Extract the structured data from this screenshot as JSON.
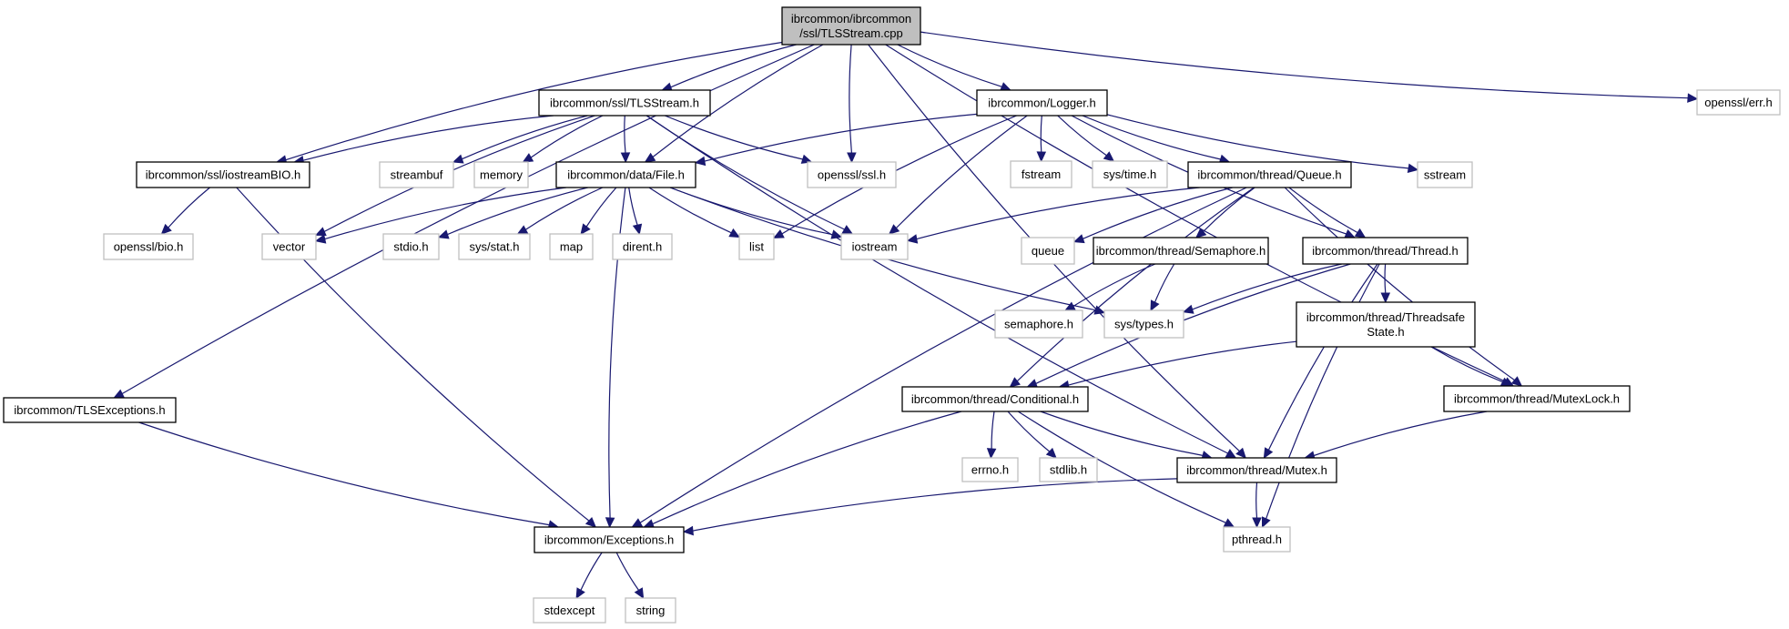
{
  "diagram": {
    "type": "include-dependency-graph",
    "colors": {
      "edge": "#191970",
      "root_fill": "#bfbfbf",
      "internal_border": "#000000",
      "external_border": "#bfbfbf"
    },
    "nodes": [
      {
        "id": "root",
        "label": [
          "ibrcommon/ibrcommon",
          "/ssl/TLSStream.cpp"
        ],
        "kind": "root"
      },
      {
        "id": "tlsstream_h",
        "label": [
          "ibrcommon/ssl/TLSStream.h"
        ],
        "kind": "internal"
      },
      {
        "id": "logger_h",
        "label": [
          "ibrcommon/Logger.h"
        ],
        "kind": "internal"
      },
      {
        "id": "err_h",
        "label": [
          "openssl/err.h"
        ],
        "kind": "external"
      },
      {
        "id": "iostreambio_h",
        "label": [
          "ibrcommon/ssl/iostreamBIO.h"
        ],
        "kind": "internal"
      },
      {
        "id": "streambuf",
        "label": [
          "streambuf"
        ],
        "kind": "external"
      },
      {
        "id": "memory",
        "label": [
          "memory"
        ],
        "kind": "external"
      },
      {
        "id": "file_h",
        "label": [
          "ibrcommon/data/File.h"
        ],
        "kind": "internal"
      },
      {
        "id": "ssl_h",
        "label": [
          "openssl/ssl.h"
        ],
        "kind": "external"
      },
      {
        "id": "fstream",
        "label": [
          "fstream"
        ],
        "kind": "external"
      },
      {
        "id": "systime_h",
        "label": [
          "sys/time.h"
        ],
        "kind": "external"
      },
      {
        "id": "queue_h",
        "label": [
          "ibrcommon/thread/Queue.h"
        ],
        "kind": "internal"
      },
      {
        "id": "sstream",
        "label": [
          "sstream"
        ],
        "kind": "external"
      },
      {
        "id": "bio_h",
        "label": [
          "openssl/bio.h"
        ],
        "kind": "external"
      },
      {
        "id": "vector",
        "label": [
          "vector"
        ],
        "kind": "external"
      },
      {
        "id": "stdio_h",
        "label": [
          "stdio.h"
        ],
        "kind": "external"
      },
      {
        "id": "sysstat_h",
        "label": [
          "sys/stat.h"
        ],
        "kind": "external"
      },
      {
        "id": "map",
        "label": [
          "map"
        ],
        "kind": "external"
      },
      {
        "id": "dirent_h",
        "label": [
          "dirent.h"
        ],
        "kind": "external"
      },
      {
        "id": "list",
        "label": [
          "list"
        ],
        "kind": "external"
      },
      {
        "id": "iostream",
        "label": [
          "iostream"
        ],
        "kind": "external"
      },
      {
        "id": "queue",
        "label": [
          "queue"
        ],
        "kind": "external"
      },
      {
        "id": "semaphore_hpp",
        "label": [
          "ibrcommon/thread/Semaphore.h"
        ],
        "kind": "internal"
      },
      {
        "id": "thread_h",
        "label": [
          "ibrcommon/thread/Thread.h"
        ],
        "kind": "internal"
      },
      {
        "id": "semaphore_h",
        "label": [
          "semaphore.h"
        ],
        "kind": "external"
      },
      {
        "id": "systypes_h",
        "label": [
          "sys/types.h"
        ],
        "kind": "external"
      },
      {
        "id": "threadsafe_h",
        "label": [
          "ibrcommon/thread/Threadsafe",
          "State.h"
        ],
        "kind": "internal"
      },
      {
        "id": "tlsexceptions_h",
        "label": [
          "ibrcommon/TLSExceptions.h"
        ],
        "kind": "internal"
      },
      {
        "id": "conditional_h",
        "label": [
          "ibrcommon/thread/Conditional.h"
        ],
        "kind": "internal"
      },
      {
        "id": "mutexlock_h",
        "label": [
          "ibrcommon/thread/MutexLock.h"
        ],
        "kind": "internal"
      },
      {
        "id": "errno_h",
        "label": [
          "errno.h"
        ],
        "kind": "external"
      },
      {
        "id": "stdlib_h",
        "label": [
          "stdlib.h"
        ],
        "kind": "external"
      },
      {
        "id": "mutex_h",
        "label": [
          "ibrcommon/thread/Mutex.h"
        ],
        "kind": "internal"
      },
      {
        "id": "exceptions_h",
        "label": [
          "ibrcommon/Exceptions.h"
        ],
        "kind": "internal"
      },
      {
        "id": "pthread_h",
        "label": [
          "pthread.h"
        ],
        "kind": "external"
      },
      {
        "id": "stdexcept",
        "label": [
          "stdexcept"
        ],
        "kind": "external"
      },
      {
        "id": "string",
        "label": [
          "string"
        ],
        "kind": "external"
      }
    ],
    "edges": [
      [
        "root",
        "tlsstream_h"
      ],
      [
        "root",
        "logger_h"
      ],
      [
        "root",
        "err_h"
      ],
      [
        "root",
        "iostreambio_h"
      ],
      [
        "root",
        "file_h"
      ],
      [
        "root",
        "ssl_h"
      ],
      [
        "root",
        "tlsexceptions_h"
      ],
      [
        "root",
        "mutexlock_h"
      ],
      [
        "root",
        "mutex_h"
      ],
      [
        "tlsstream_h",
        "iostreambio_h"
      ],
      [
        "tlsstream_h",
        "streambuf"
      ],
      [
        "tlsstream_h",
        "memory"
      ],
      [
        "tlsstream_h",
        "file_h"
      ],
      [
        "tlsstream_h",
        "ssl_h"
      ],
      [
        "tlsstream_h",
        "vector"
      ],
      [
        "tlsstream_h",
        "iostream"
      ],
      [
        "tlsstream_h",
        "mutex_h"
      ],
      [
        "logger_h",
        "file_h"
      ],
      [
        "logger_h",
        "fstream"
      ],
      [
        "logger_h",
        "systime_h"
      ],
      [
        "logger_h",
        "queue_h"
      ],
      [
        "logger_h",
        "sstream"
      ],
      [
        "logger_h",
        "list"
      ],
      [
        "logger_h",
        "iostream"
      ],
      [
        "logger_h",
        "thread_h"
      ],
      [
        "iostreambio_h",
        "bio_h"
      ],
      [
        "iostreambio_h",
        "exceptions_h"
      ],
      [
        "file_h",
        "vector"
      ],
      [
        "file_h",
        "stdio_h"
      ],
      [
        "file_h",
        "sysstat_h"
      ],
      [
        "file_h",
        "map"
      ],
      [
        "file_h",
        "dirent_h"
      ],
      [
        "file_h",
        "list"
      ],
      [
        "file_h",
        "iostream"
      ],
      [
        "file_h",
        "systypes_h"
      ],
      [
        "file_h",
        "exceptions_h"
      ],
      [
        "queue_h",
        "iostream"
      ],
      [
        "queue_h",
        "queue"
      ],
      [
        "queue_h",
        "semaphore_hpp"
      ],
      [
        "queue_h",
        "thread_h"
      ],
      [
        "queue_h",
        "mutexlock_h"
      ],
      [
        "queue_h",
        "conditional_h"
      ],
      [
        "queue_h",
        "exceptions_h"
      ],
      [
        "semaphore_hpp",
        "semaphore_h"
      ],
      [
        "semaphore_hpp",
        "systypes_h"
      ],
      [
        "thread_h",
        "systypes_h"
      ],
      [
        "thread_h",
        "threadsafe_h"
      ],
      [
        "thread_h",
        "conditional_h"
      ],
      [
        "thread_h",
        "mutex_h"
      ],
      [
        "thread_h",
        "pthread_h"
      ],
      [
        "threadsafe_h",
        "conditional_h"
      ],
      [
        "threadsafe_h",
        "mutexlock_h"
      ],
      [
        "tlsexceptions_h",
        "exceptions_h"
      ],
      [
        "conditional_h",
        "errno_h"
      ],
      [
        "conditional_h",
        "stdlib_h"
      ],
      [
        "conditional_h",
        "mutex_h"
      ],
      [
        "conditional_h",
        "pthread_h"
      ],
      [
        "conditional_h",
        "exceptions_h"
      ],
      [
        "mutexlock_h",
        "mutex_h"
      ],
      [
        "mutex_h",
        "pthread_h"
      ],
      [
        "mutex_h",
        "exceptions_h"
      ],
      [
        "exceptions_h",
        "stdexcept"
      ],
      [
        "exceptions_h",
        "string"
      ]
    ]
  }
}
